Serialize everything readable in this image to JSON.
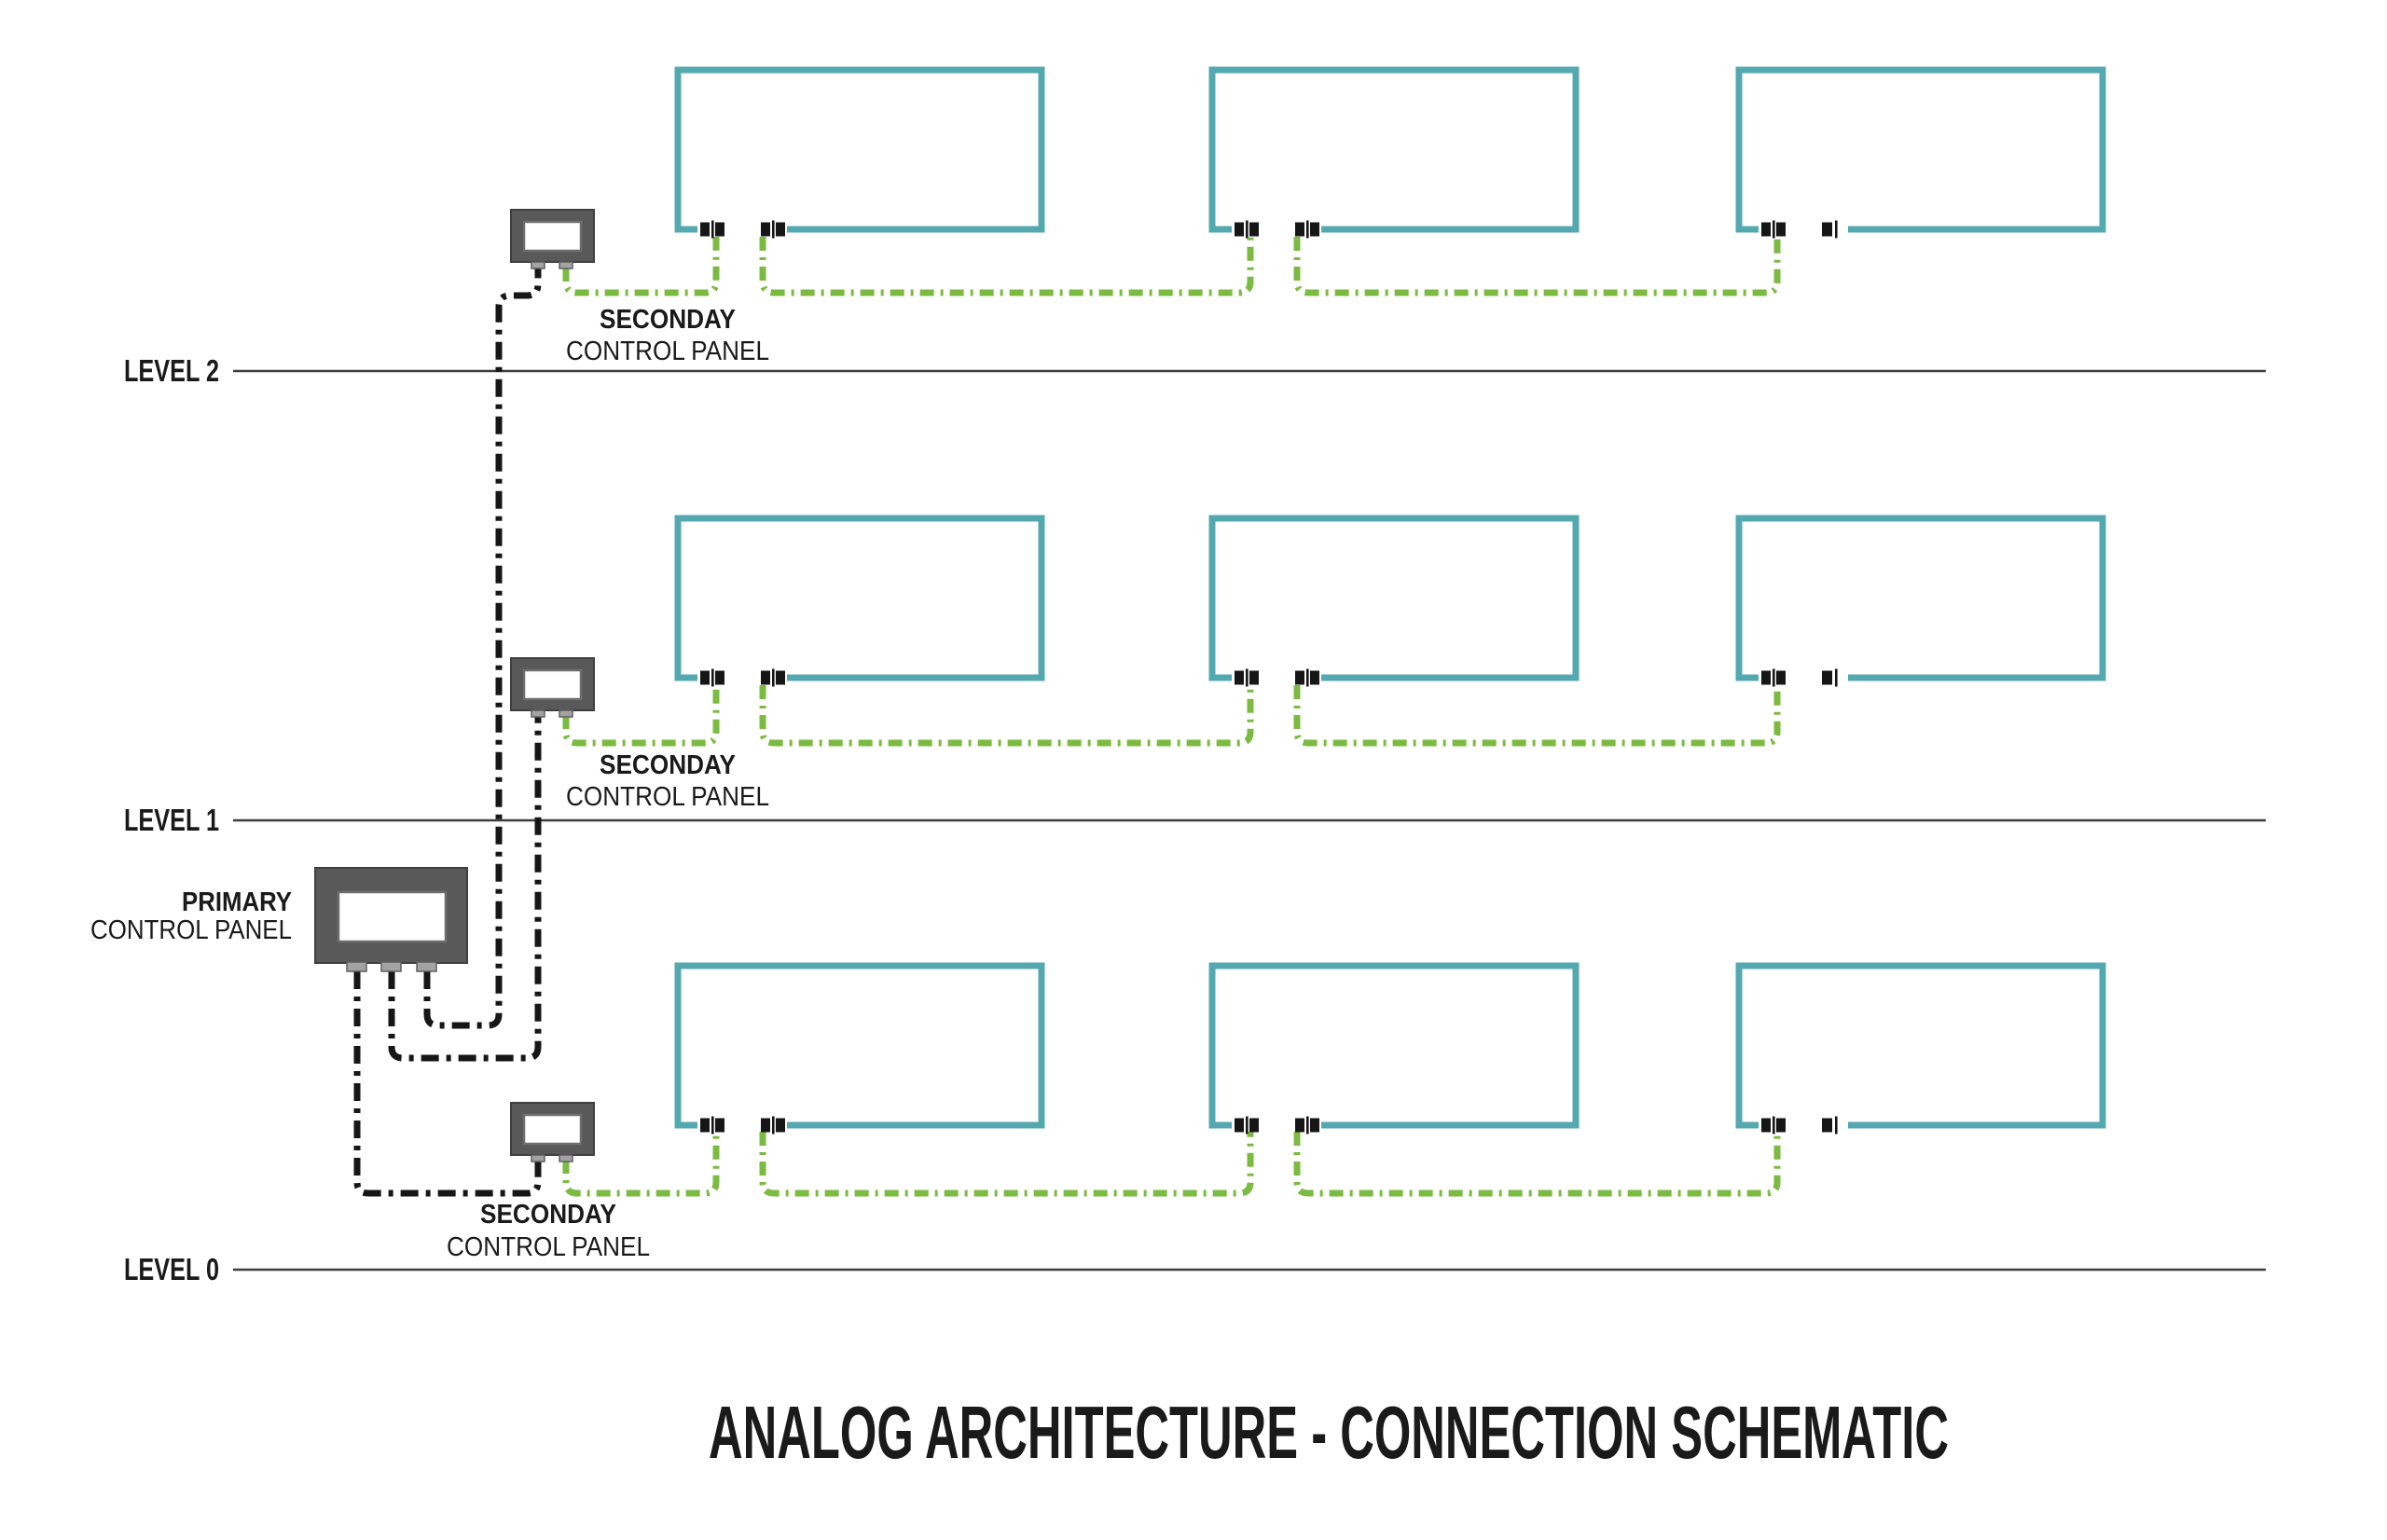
{
  "title": "ANALOG ARCHITECTURE - CONNECTION SCHEMATIC",
  "levels": [
    {
      "label": "LEVEL 2"
    },
    {
      "label": "LEVEL 1"
    },
    {
      "label": "LEVEL 0"
    }
  ],
  "primary_panel": {
    "title": "PRIMARY",
    "subtitle": "CONTROL PANEL"
  },
  "secondary_panels": [
    {
      "title": "SECONDAY",
      "subtitle": "CONTROL PANEL"
    },
    {
      "title": "SECONDAY",
      "subtitle": "CONTROL PANEL"
    },
    {
      "title": "SECONDAY",
      "subtitle": "CONTROL PANEL"
    }
  ],
  "colors": {
    "teal": "#54A9B0",
    "green": "#7CBB41",
    "panel": "#595959",
    "wire": "#161616",
    "text": "#1A1A1A",
    "guide": "#3D3D3D"
  }
}
